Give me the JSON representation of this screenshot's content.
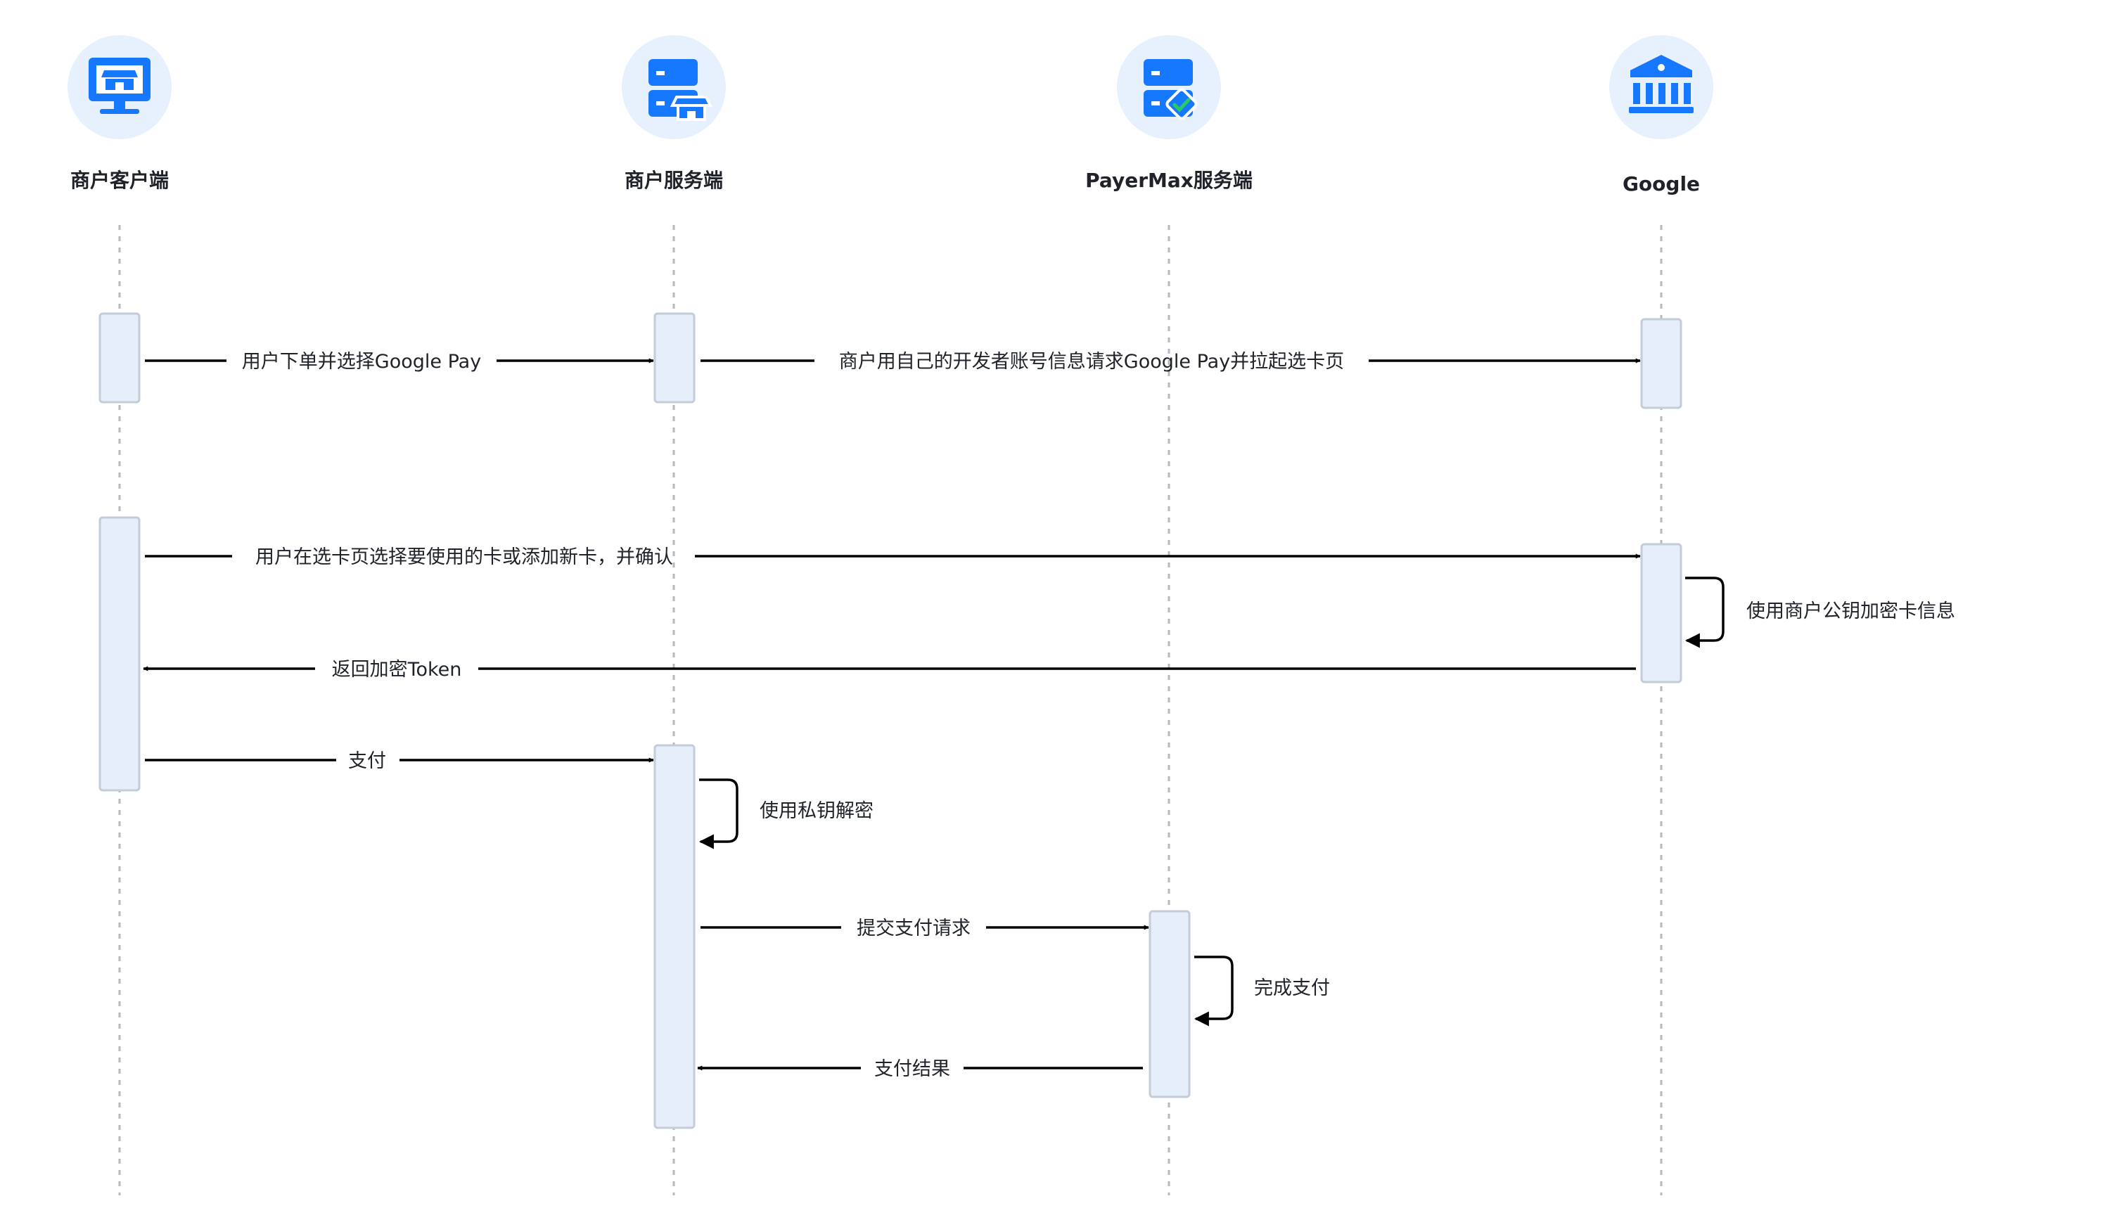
{
  "participants": [
    {
      "name": "商户客户端",
      "icon": "merchant-client-icon"
    },
    {
      "name": "商户服务端",
      "icon": "merchant-server-icon"
    },
    {
      "name": "PayerMax服务端",
      "icon": "payermax-server-icon"
    },
    {
      "name": "Google",
      "icon": "bank-icon"
    }
  ],
  "messages": [
    {
      "from": 0,
      "to": 1,
      "text": "用户下单并选择Google Pay"
    },
    {
      "from": 1,
      "to": 3,
      "text": "商户用自己的开发者账号信息请求Google Pay并拉起选卡页"
    },
    {
      "from": 0,
      "to": 3,
      "text": "用户在选卡页选择要使用的卡或添加新卡，并确认"
    },
    {
      "from": 3,
      "to": 3,
      "text": "使用商户公钥加密卡信息"
    },
    {
      "from": 3,
      "to": 0,
      "text": "返回加密Token"
    },
    {
      "from": 0,
      "to": 1,
      "text": "支付"
    },
    {
      "from": 1,
      "to": 1,
      "text": "使用私钥解密"
    },
    {
      "from": 1,
      "to": 2,
      "text": "提交支付请求"
    },
    {
      "from": 2,
      "to": 2,
      "text": "完成支付"
    },
    {
      "from": 2,
      "to": 1,
      "text": "支付结果"
    }
  ],
  "colors": {
    "icon_blue": "#1677ff",
    "icon_circle": "#e7f0fd",
    "activation_fill": "#e6eef9",
    "check_green": "#2bc86a"
  }
}
